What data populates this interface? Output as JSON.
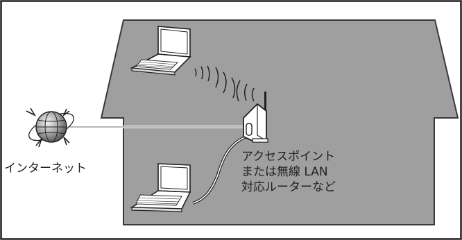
{
  "labels": {
    "internet": "インターネット",
    "access_point": [
      "アクセスポイント",
      "または無線 LAN",
      "対応ルーターなど"
    ]
  },
  "icons": {
    "globe": "globe-icon",
    "laptop_wireless": "laptop-icon",
    "laptop_wired": "laptop-icon",
    "access_point": "wireless-router-icon",
    "signal": "wifi-signal-icon",
    "house": "house-icon"
  },
  "colors": {
    "frame": "#231f20",
    "house_fill": "#9e9e9f",
    "house_stroke": "#231f20",
    "text": "#231f20"
  }
}
